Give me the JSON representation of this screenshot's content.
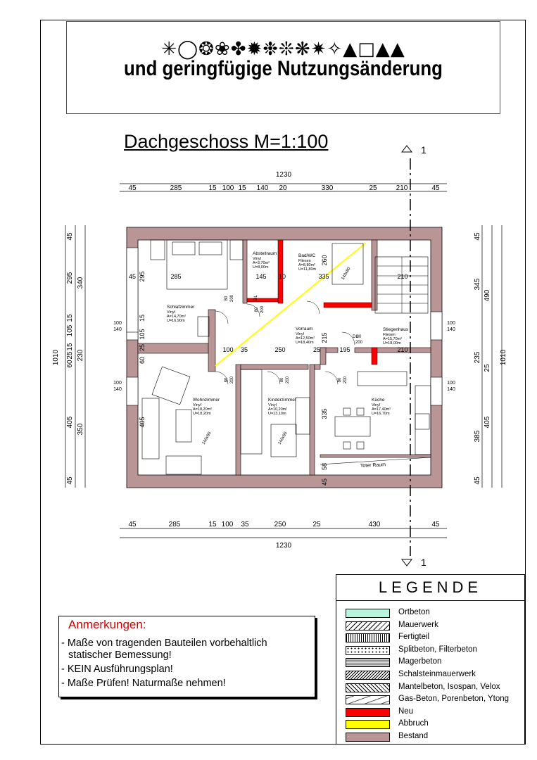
{
  "header": {
    "line1": "✳◯❂❀✤✹❉❊❋✷✧▲□▲▲",
    "line2": "und geringfügige Nutzungsänderung"
  },
  "plan": {
    "title": "Dachgeschoss M=1:100",
    "section_marker": "1",
    "dims_top": [
      "45",
      "285",
      "15",
      "100",
      "15",
      "140",
      "20",
      "330",
      "25",
      "210",
      "45"
    ],
    "dims_top_total": "1230",
    "dims_bottom": [
      "45",
      "285",
      "15",
      "100",
      "35",
      "250",
      "25",
      "430",
      "45"
    ],
    "dims_bottom_total": "1230",
    "dims_left": [
      "45",
      "295",
      "15",
      "105",
      "15",
      "25",
      "60",
      "405",
      "45"
    ],
    "dims_left_outer": [
      "340",
      "230",
      "350"
    ],
    "dims_left_total": "1010",
    "dims_right": [
      "45",
      "345",
      "490",
      "235",
      "25",
      "385",
      "405",
      "45"
    ],
    "dims_right_total": "1010",
    "window_left_1": "100",
    "window_left_1b": "140",
    "window_right_1": "100",
    "window_right_1b": "140",
    "rooms": [
      {
        "name": "Schlafzimmer",
        "l1": "Vinyl",
        "l2": "A=14,70m²",
        "l3": "U=16,90m"
      },
      {
        "name": "Abstellraum",
        "l1": "Vinyl",
        "l2": "A=3,70m²",
        "l3": "U=8,00m"
      },
      {
        "name": "Bad/WC",
        "l1": "Fliesen",
        "l2": "A=8,80m²",
        "l3": "U=11,80m"
      },
      {
        "name": "Vorraum",
        "l1": "Vinyl",
        "l2": "A=12,50m²",
        "l3": "U=18,40m"
      },
      {
        "name": "Stiegenhaus",
        "l1": "Fliesen",
        "l2": "A=15,70m²",
        "l3": "U=18,00m"
      },
      {
        "name": "Wohnzimmer",
        "l1": "Vinyl",
        "l2": "A=18,20m²",
        "l3": "U=18,20m"
      },
      {
        "name": "Kinderzimmer",
        "l1": "Vinyl",
        "l2": "A=10,20m²",
        "l3": "U=13,10m"
      },
      {
        "name": "Küche",
        "l1": "Vinyl",
        "l2": "A=17,40m²",
        "l3": "U=16,70m"
      }
    ],
    "dead_space": "Toter Raum",
    "inner_dims": [
      "45",
      "285",
      "145",
      "10",
      "335",
      "210",
      "100",
      "35",
      "250",
      "25",
      "195",
      "210",
      "105",
      "15",
      "25",
      "60",
      "405",
      "295",
      "260",
      "215",
      "335",
      "58",
      "45"
    ],
    "door": "80",
    "door_h": "200",
    "dl": "DL",
    "skylight": "140x80"
  },
  "notes": {
    "title": "Anmerkungen:",
    "items": [
      "- Maße von tragenden Bauteilen vorbehaltlich",
      "  statischer Bemessung!",
      "- KEIN Ausführungsplan!",
      "- Maße Prüfen! Naturmaße nehmen!"
    ]
  },
  "legend": {
    "title": "LEGENDE",
    "items": [
      {
        "label": "Ortbeton",
        "color": "#b9f5de",
        "pattern": "solid"
      },
      {
        "label": "Mauerwerk",
        "color": "#ffffff",
        "pattern": "hatch"
      },
      {
        "label": "Fertigteil",
        "color": "#ffffff",
        "pattern": "grid"
      },
      {
        "label": "Splitbeton, Filterbeton",
        "color": "#ffffff",
        "pattern": "dots"
      },
      {
        "label": "Magerbeton",
        "color": "#cccccc",
        "pattern": "fine"
      },
      {
        "label": "Schalsteinmauerwerk",
        "color": "#ffffff",
        "pattern": "hatch2"
      },
      {
        "label": "Mantelbeton, Isospan, Velox",
        "color": "#ffffff",
        "pattern": "cross"
      },
      {
        "label": "Gas-Beton, Porenbeton, Ytong",
        "color": "#ffffff",
        "pattern": "dash"
      },
      {
        "label": "Neu",
        "color": "#ff0000",
        "pattern": "solid"
      },
      {
        "label": "Abbruch",
        "color": "#ffff00",
        "pattern": "solid"
      },
      {
        "label": "Bestand",
        "color": "#b99595",
        "pattern": "solid"
      }
    ]
  },
  "colors": {
    "wall": "#b99595",
    "new": "#ff0000",
    "demolish": "#ffff00"
  }
}
